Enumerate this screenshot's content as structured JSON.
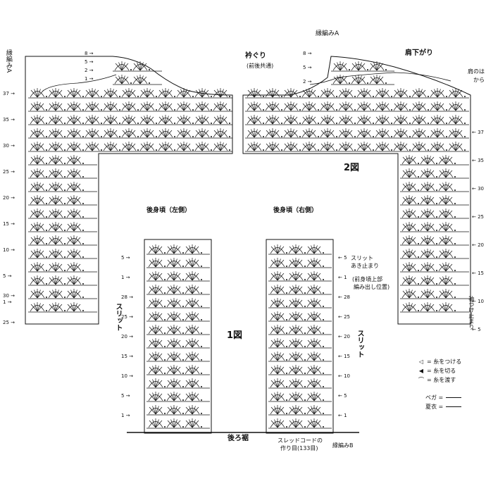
{
  "labels": {
    "edge_a_left": "縁編みA",
    "edge_a_top": "縁編みA",
    "neckline": "衿ぐり",
    "neckline_sub": "(前後共通)",
    "shoulder_slope": "肩下がり",
    "shoulder_right": "肩のは",
    "shoulder_right2": "から",
    "fig2": "2図",
    "fig1": "1図",
    "back_left": "後身頃（左側）",
    "back_right": "後身頃（右側）",
    "slit_left": "スリット",
    "slit_right": "スリット",
    "slit_open": "スリット",
    "slit_open2": "あき止まり",
    "front_note1": "(前身頃上部",
    "front_note2": "編み出し位置)",
    "sleeve_end": "袖つけ止まり",
    "hem": "後ろ裾",
    "chain_start": "スレッドコードの",
    "chain_start2": "作り目(133目)",
    "edge_b": "縁編みB"
  },
  "legend": {
    "attach": "= 糸をつける",
    "cut": "= 糸を切る",
    "carry": "= 糸を渡す",
    "color_a": "ベガ =",
    "color_b": "夏衣 ="
  },
  "row_numbers": {
    "left_panel": [
      "37",
      "35",
      "30",
      "25",
      "20",
      "15",
      "10",
      "5",
      "1",
      "30",
      "25"
    ],
    "back_left": [
      "5",
      "1",
      "28",
      "25",
      "20",
      "15",
      "10",
      "5",
      "1"
    ],
    "back_right": [
      "5",
      "1",
      "28",
      "25",
      "20",
      "15",
      "10",
      "5",
      "1"
    ],
    "right_panel": [
      "5",
      "10",
      "15",
      "20",
      "25",
      "30",
      "35",
      "37"
    ],
    "right_extra": [
      "8",
      "5",
      "2",
      "1",
      "30"
    ],
    "left_top": [
      "8",
      "5",
      "2",
      "1"
    ]
  },
  "colors": {
    "ink": "#111111"
  }
}
